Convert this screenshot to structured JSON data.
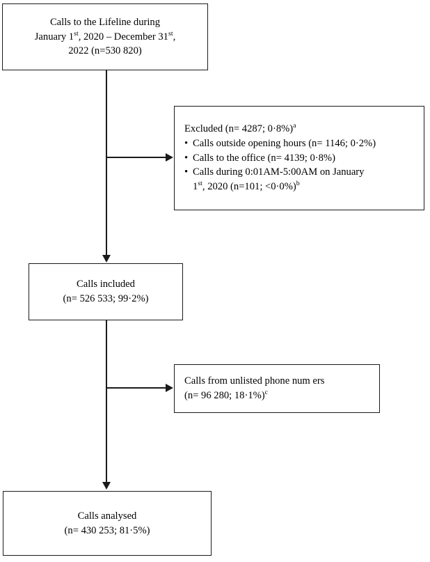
{
  "flowchart": {
    "boxes": {
      "enrolled": {
        "lines": [
          "Calls to the Lifeline during",
          "January 1st, 2020 – December 31st,",
          "2022 (n=530 820)"
        ],
        "line1_pre": "January 1",
        "line1_sup": "st",
        "line1_mid": ", 2020 – December 31",
        "line1_sup2": "st",
        "line1_post": ","
      },
      "excluded": {
        "heading_text": "Excluded (n= 4287; 0·8%)",
        "heading_sup": "a",
        "bullet_symbol": "•",
        "items": [
          {
            "text": "Calls outside opening hours (n= 1146; 0·2%)",
            "sup": ""
          },
          {
            "text": "Calls to the office (n= 4139; 0·8%)",
            "sup": ""
          },
          {
            "line_a": "Calls during 0:01AM-5:00AM on January",
            "line_b_pre": "1",
            "line_b_sup": "st",
            "line_b_post": ", 2020 (n=101; <0·0%)",
            "sup": "b"
          }
        ]
      },
      "included": {
        "lines": [
          "Calls included",
          "(n= 526 533; 99·2%)"
        ]
      },
      "unlisted": {
        "line1": "Calls from unlisted phone num  ers",
        "line2": "(n= 96 280; 18·1%)",
        "sup": "c"
      },
      "analysed": {
        "lines": [
          "Calls analysed",
          "(n= 430 253; 81·5%)"
        ]
      }
    },
    "colors": {
      "stroke": "#1a1a1a",
      "background": "#ffffff",
      "text": "#000000"
    }
  }
}
